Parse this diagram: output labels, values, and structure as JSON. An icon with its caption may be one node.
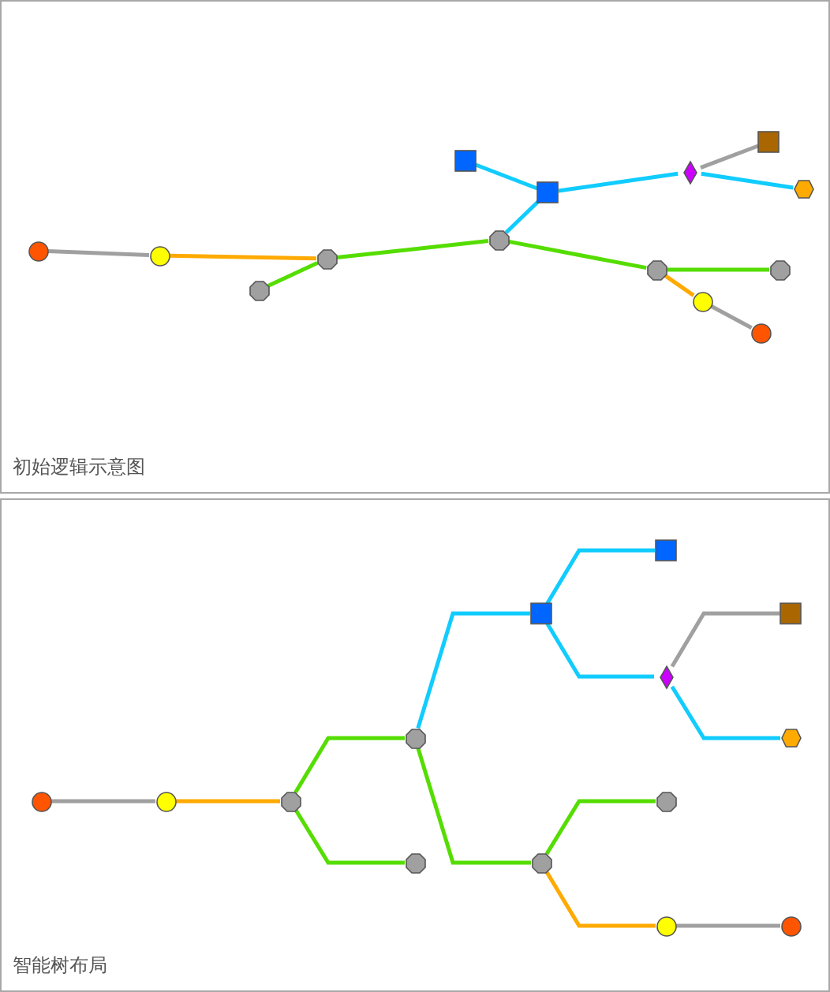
{
  "diagram": {
    "nodes": [
      {
        "text": [
          "初始逻辑示意图"
        ]
      },
      {
        "text": [],
        "shape": "circle",
        "in": 0
      },
      {
        "text": [],
        "shape": "circle",
        "in": 0
      },
      {
        "text": [],
        "shape": "octagon",
        "in": 0
      },
      {
        "text": [],
        "shape": "octagon",
        "in": 0
      },
      {
        "text": [],
        "shape": "octagon",
        "in": 0
      },
      {
        "text": [],
        "shape": "box",
        "in": 0
      },
      {
        "text": [],
        "shape": "box",
        "in": 0
      },
      {
        "text": [],
        "shape": "diamond",
        "in": 0
      },
      {
        "text": [],
        "shape": "box",
        "in": 0
      },
      {
        "text": [],
        "shape": "hexagon",
        "in": 0
      },
      {
        "text": [],
        "shape": "octagon",
        "in": 0
      },
      {
        "text": [],
        "shape": "octagon",
        "in": 0
      },
      {
        "text": [],
        "shape": "circle",
        "in": 0
      },
      {
        "text": [],
        "shape": "circle",
        "in": 0
      },
      {
        "text": [
          "智能树布局"
        ]
      },
      {
        "text": [],
        "shape": "circle",
        "in": 15
      },
      {
        "text": [],
        "shape": "circle",
        "in": 15
      },
      {
        "text": [],
        "shape": "octagon",
        "in": 15
      },
      {
        "text": [],
        "shape": "octagon",
        "in": 15
      },
      {
        "text": [],
        "shape": "octagon",
        "in": 15
      },
      {
        "text": [],
        "shape": "box",
        "in": 15
      },
      {
        "text": [],
        "shape": "box",
        "in": 15
      },
      {
        "text": [],
        "shape": "diamond",
        "in": 15
      },
      {
        "text": [],
        "shape": "box",
        "in": 15
      },
      {
        "text": [],
        "shape": "hexagon",
        "in": 15
      },
      {
        "text": [],
        "shape": "octagon",
        "in": 15
      },
      {
        "text": [],
        "shape": "octagon",
        "in": 15
      },
      {
        "text": [],
        "shape": "circle",
        "in": 15
      },
      {
        "text": [],
        "shape": "circle",
        "in": 15
      }
    ],
    "edges": [
      {
        "from": 1,
        "to": 2,
        "arrow": "none",
        "color": "#a0a0a0"
      },
      {
        "from": 2,
        "to": 3,
        "arrow": "none",
        "color": "#ffaa00"
      },
      {
        "from": 4,
        "to": 3,
        "arrow": "none"
      },
      {
        "from": 3,
        "to": 5,
        "arrow": "none"
      },
      {
        "from": 5,
        "to": 7,
        "arrow": "none",
        "color": "#11ccff"
      },
      {
        "from": 7,
        "to": 6,
        "arrow": "none",
        "color": "#11ccff"
      },
      {
        "from": 7,
        "to": 8,
        "arrow": "none",
        "color": "#11ccff"
      },
      {
        "from": 8,
        "to": 9,
        "arrow": "none",
        "color": "#a0a0a0"
      },
      {
        "from": 8,
        "to": 10,
        "arrow": "none",
        "color": "#11ccff"
      },
      {
        "from": 5,
        "to": 11,
        "arrow": "none"
      },
      {
        "from": 11,
        "to": 12,
        "arrow": "none"
      },
      {
        "from": 11,
        "to": 13,
        "arrow": "none",
        "color": "#ffaa00"
      },
      {
        "from": 13,
        "to": 14,
        "arrow": "none",
        "color": "#a0a0a0"
      },
      {
        "from": 16,
        "to": 17,
        "arrow": "none",
        "color": "#a0a0a0"
      },
      {
        "from": 17,
        "to": 18,
        "arrow": "none",
        "color": "#ffaa00"
      },
      {
        "from": 18,
        "to": 19,
        "arrow": "none"
      },
      {
        "from": 18,
        "to": 20,
        "arrow": "none"
      },
      {
        "from": 19,
        "to": 21,
        "arrow": "none",
        "color": "#11ccff"
      },
      {
        "from": 21,
        "to": 22,
        "arrow": "none",
        "color": "#11ccff"
      },
      {
        "from": 21,
        "to": 23,
        "arrow": "none",
        "color": "#11ccff"
      },
      {
        "from": 23,
        "to": 24,
        "arrow": "none",
        "color": "#a0a0a0"
      },
      {
        "from": 23,
        "to": 25,
        "arrow": "none",
        "color": "#11ccff"
      },
      {
        "from": 19,
        "to": 26,
        "arrow": "none"
      },
      {
        "from": 26,
        "to": 27,
        "arrow": "none"
      },
      {
        "from": 26,
        "to": 28,
        "arrow": "none",
        "color": "#ffaa00"
      },
      {
        "from": 28,
        "to": 29,
        "arrow": "none",
        "color": "#a0a0a0"
      }
    ]
  }
}
